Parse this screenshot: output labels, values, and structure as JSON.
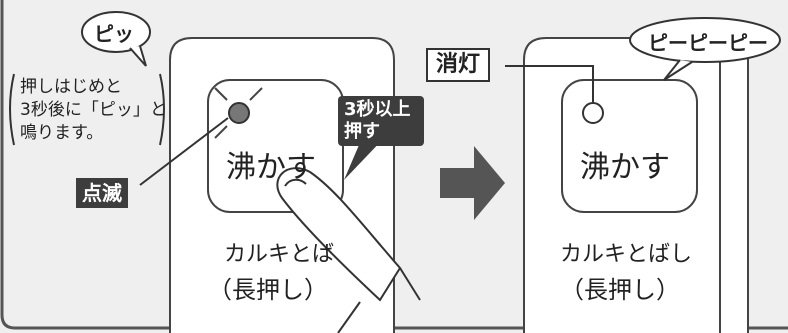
{
  "left": {
    "beep_bubble": "ピッ",
    "note_lines": [
      "押しはじめと",
      "3秒後に「ピッ」と",
      "鳴ります。"
    ],
    "blink_label": "点滅",
    "button_text": "沸かす",
    "press_lines": [
      "3秒以上",
      "押す"
    ],
    "desc_line1": "カルキとば",
    "desc_line2": "（長押し）"
  },
  "right": {
    "beep_bubble": "ピーピーピー",
    "off_label": "消灯",
    "button_text": "沸かす",
    "desc_line1": "カルキとばし",
    "desc_line2": "（長押し）"
  },
  "colors": {
    "background": "#efefef",
    "panel": "#ffffff",
    "dark": "#3d3d3d",
    "arrow": "#555555"
  }
}
